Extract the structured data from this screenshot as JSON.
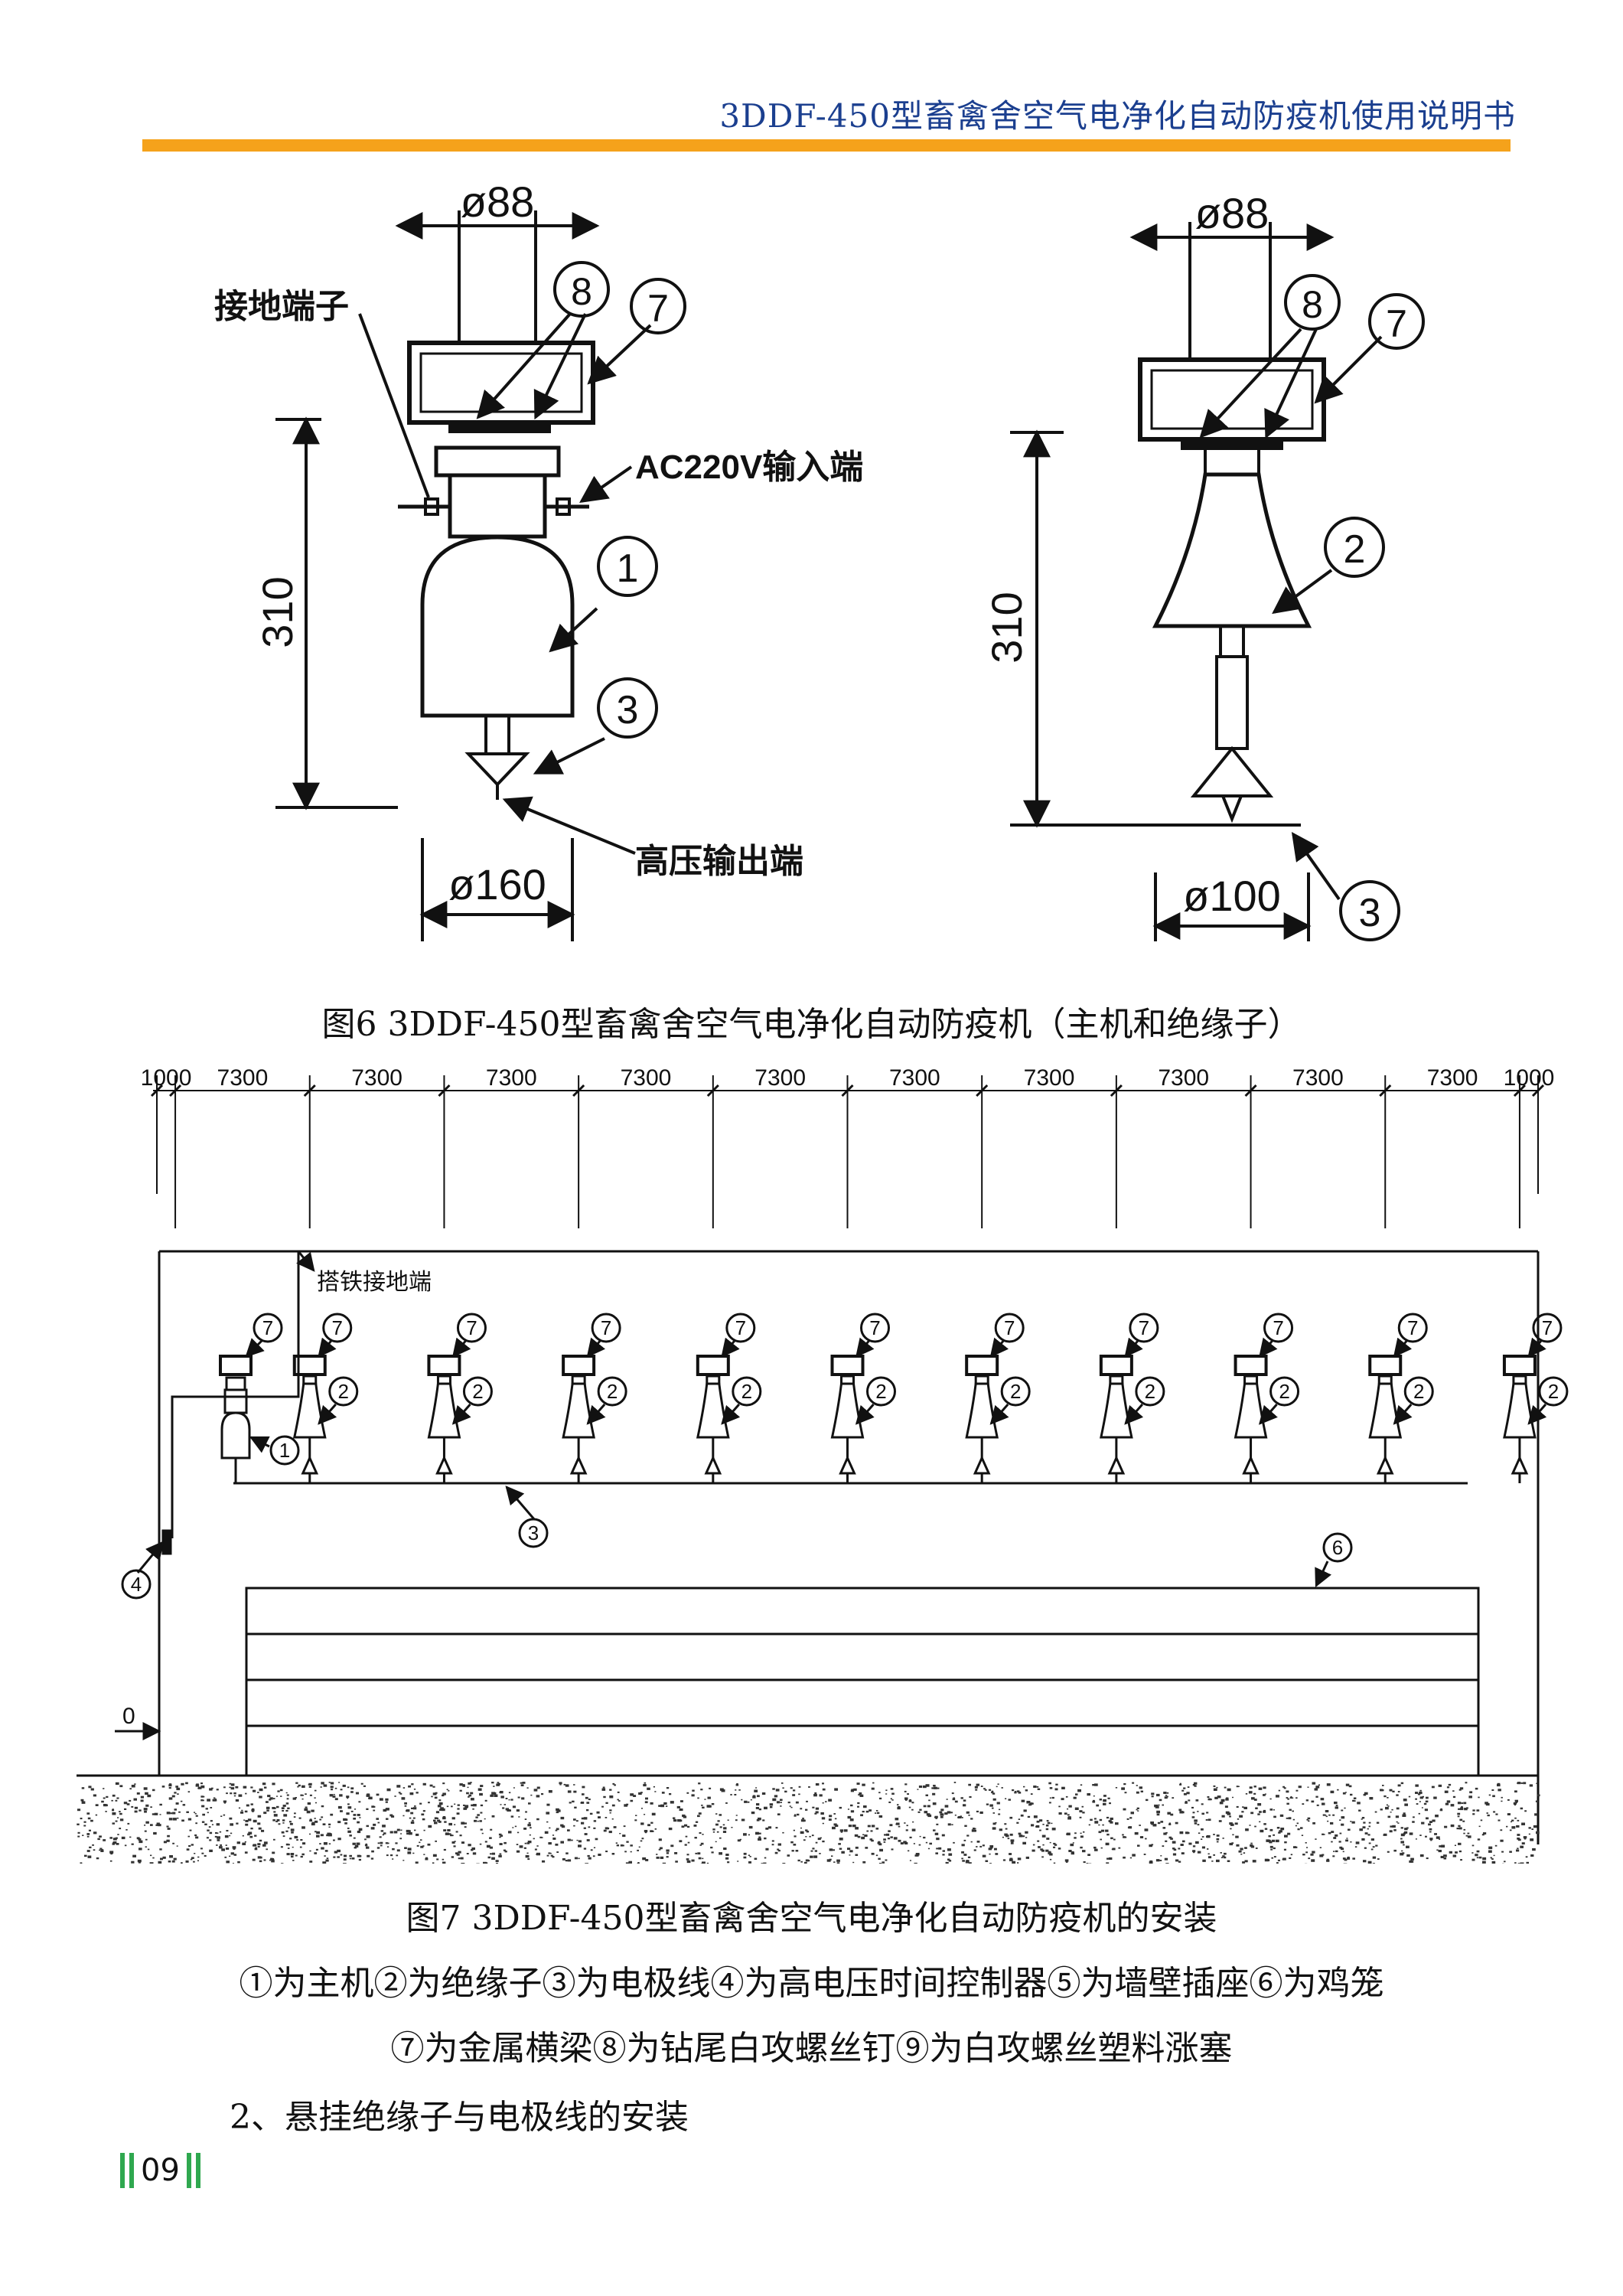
{
  "header": {
    "title": "3DDF-450型畜禽舍空气电净化自动防疫机使用说明书",
    "accent": "#f5a21b"
  },
  "figure6": {
    "caption": "图6 3DDF-450型畜禽舍空气电净化自动防疫机（主机和绝缘子）",
    "left": {
      "dim_top": "ø88",
      "dim_height": "310",
      "dim_bottom": "ø160",
      "label_ground": "接地端子",
      "label_input": "AC220V输入端",
      "label_output": "高压输出端",
      "marks": {
        "m1": "1",
        "m3": "3",
        "m7": "7",
        "m8": "8"
      }
    },
    "right": {
      "dim_top": "ø88",
      "dim_height": "310",
      "dim_bottom": "ø100",
      "marks": {
        "m2": "2",
        "m3": "3",
        "m7": "7",
        "m8": "8"
      }
    }
  },
  "figure7": {
    "caption": "图7 3DDF-450型畜禽舍空气电净化自动防疫机的安装",
    "spans": [
      "1000",
      "7300",
      "7300",
      "7300",
      "7300",
      "7300",
      "7300",
      "7300",
      "7300",
      "7300",
      "7300",
      "1000"
    ],
    "label_ground": "搭铁接地端",
    "level_zero": "0",
    "marks": {
      "m1": "1",
      "m2": "2",
      "m3": "3",
      "m4": "4",
      "m6": "6",
      "m7": "7"
    }
  },
  "legend": {
    "line1": "①为主机②为绝缘子③为电极线④为高电压时间控制器⑤为墙壁插座⑥为鸡笼",
    "line2": "⑦为金属横梁⑧为钻尾白攻螺丝钉⑨为白攻螺丝塑料涨塞"
  },
  "section_heading": "2、悬挂绝缘子与电极线的安装",
  "page_number": "09"
}
